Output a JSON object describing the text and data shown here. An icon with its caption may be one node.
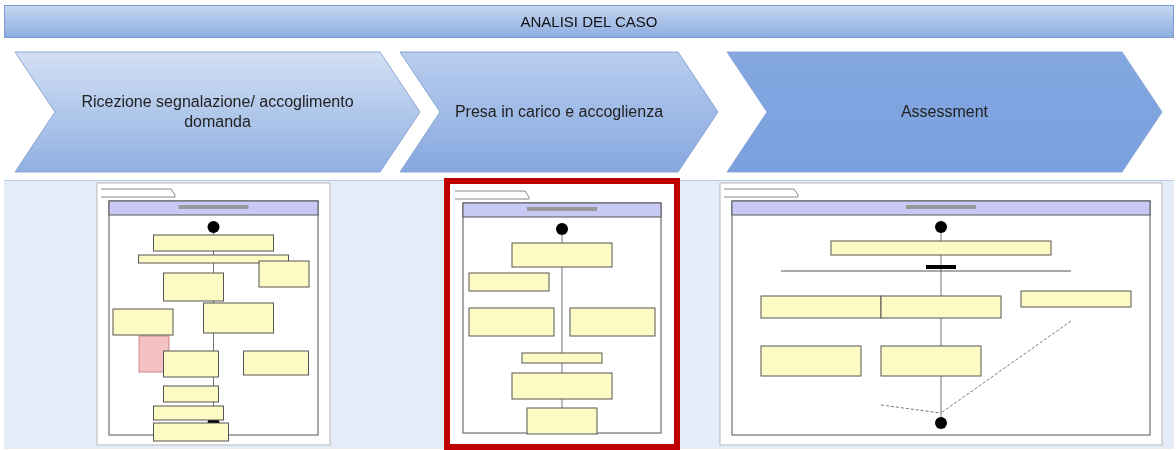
{
  "diagram": {
    "title": "ANALISI DEL CASO",
    "nodes": [
      {
        "text": [
          "Ricezione segnalazione/ accoglimento domanda"
        ]
      },
      {
        "text": [
          "Presa in carico e accoglienza"
        ]
      },
      {
        "text": [
          "Assessment"
        ]
      },
      {
        "text": [],
        "shape": "picture"
      },
      {
        "text": [],
        "shape": "picture"
      },
      {
        "text": [],
        "shape": "picture"
      }
    ],
    "edges": []
  }
}
